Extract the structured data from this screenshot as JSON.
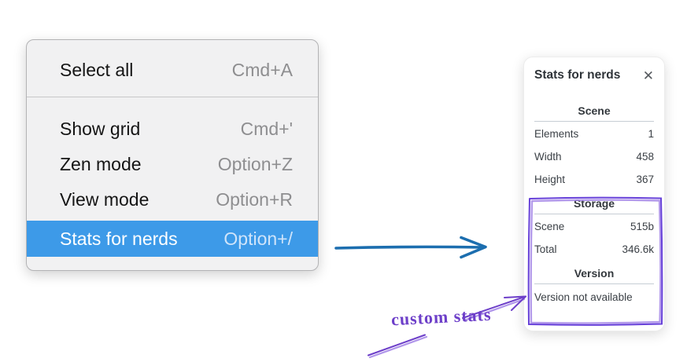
{
  "menu": {
    "items": [
      {
        "label": "Select all",
        "shortcut": "Cmd+A",
        "highlighted": false
      },
      {
        "label": "Show grid",
        "shortcut": "Cmd+'",
        "highlighted": false
      },
      {
        "label": "Zen mode",
        "shortcut": "Option+Z",
        "highlighted": false
      },
      {
        "label": "View mode",
        "shortcut": "Option+R",
        "highlighted": false
      },
      {
        "label": "Stats for nerds",
        "shortcut": "Option+/",
        "highlighted": true
      }
    ],
    "highlight_color": "#3d9ae8"
  },
  "panel": {
    "title": "Stats for nerds",
    "close_icon": "✕",
    "sections": [
      {
        "heading": "Scene",
        "rows": [
          {
            "label": "Elements",
            "value": "1"
          },
          {
            "label": "Width",
            "value": "458"
          },
          {
            "label": "Height",
            "value": "367"
          }
        ]
      },
      {
        "heading": "Storage",
        "rows": [
          {
            "label": "Scene",
            "value": "515b"
          },
          {
            "label": "Total",
            "value": "346.6k"
          }
        ]
      },
      {
        "heading": "Version",
        "note": "Version not available"
      }
    ]
  },
  "annotations": {
    "handwritten_label": "custom stats",
    "flow_arrow_color": "#1c6eaf",
    "annotation_color": "#6741d9"
  }
}
